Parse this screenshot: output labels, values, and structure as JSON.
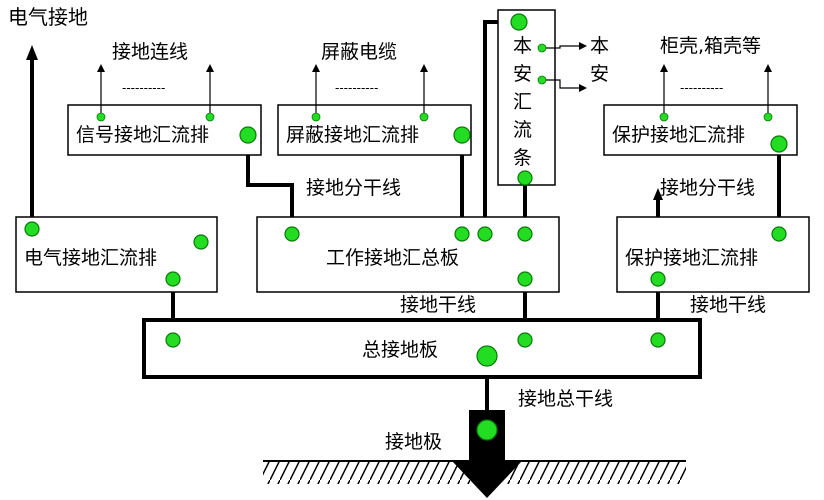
{
  "colors": {
    "node_fill": "#22dd22",
    "node_stroke": "#0a7a0a",
    "line": "#000000",
    "box_stroke": "#000000"
  },
  "labels": {
    "electrical_ground": "电气接地",
    "ground_connection_wire": "接地连线",
    "shielded_cable": "屏蔽电缆",
    "chassis_cabinet": "柜壳,箱壳等",
    "dashes": "----------",
    "signal_ground_bus": "信号接地汇流排",
    "shield_ground_bus": "屏蔽接地汇流排",
    "protective_ground_bus_top": "保护接地汇流排",
    "local_bus_bar": [
      "本",
      "安",
      "汇",
      "流",
      "条"
    ],
    "local_out": [
      "本",
      "安"
    ],
    "branch_line_left": "接地分干线",
    "branch_line_right": "接地分干线",
    "electrical_ground_bus": "电气接地汇流排",
    "working_ground_panel": "工作接地汇总板",
    "protective_ground_bus_mid": "保护接地汇流排",
    "trunk_line_mid": "接地干线",
    "trunk_line_right": "接地干线",
    "main_ground_plate": "总接地板",
    "main_trunk_line": "接地总干线",
    "ground_electrode": "接地极"
  }
}
